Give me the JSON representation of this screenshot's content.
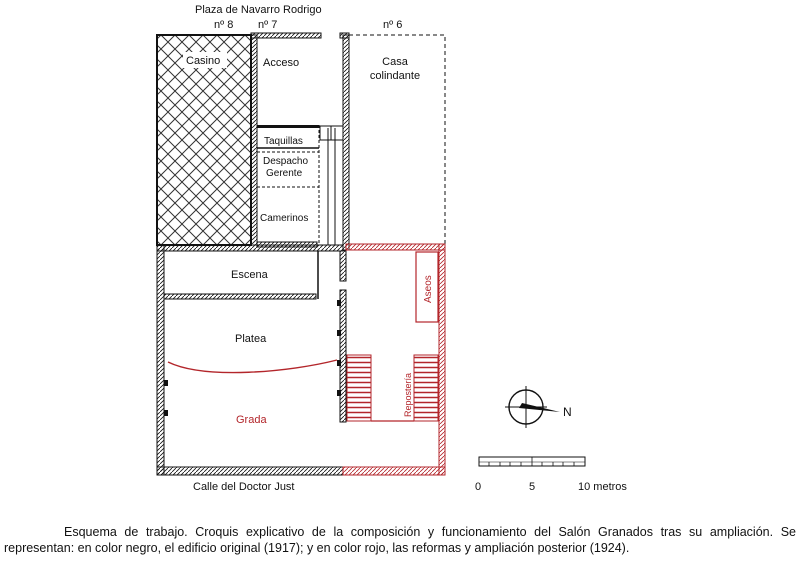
{
  "streets": {
    "top": "Plaza de Navarro Rodrigo",
    "bottom": "Calle del Doctor Just"
  },
  "house_numbers": {
    "n8": "nº 8",
    "n7": "nº 7",
    "n6": "nº 6"
  },
  "rooms": {
    "casino": "Casino",
    "acceso": "Acceso",
    "casa_line1": "Casa",
    "casa_line2": "colindante",
    "taquillas": "Taquillas",
    "despacho_line1": "Despacho",
    "despacho_line2": "Gerente",
    "camerinos": "Camerinos",
    "escena": "Escena",
    "platea": "Platea",
    "grada": "Grada",
    "aseos": "Aseos",
    "reposteria": "Repostería"
  },
  "compass": {
    "north": "N"
  },
  "scale": {
    "tick0": "0",
    "tick5": "5",
    "tick10": "10 metros"
  },
  "caption": "Esquema de trabajo. Croquis explicativo de la composición y funcionamiento del Salón Granados tras su ampliación. Se representan: en color negro, el edificio original (1917); y en color rojo, las reformas y ampliación posterior (1924).",
  "colors": {
    "original": "#111111",
    "reform": "#b3262b"
  }
}
